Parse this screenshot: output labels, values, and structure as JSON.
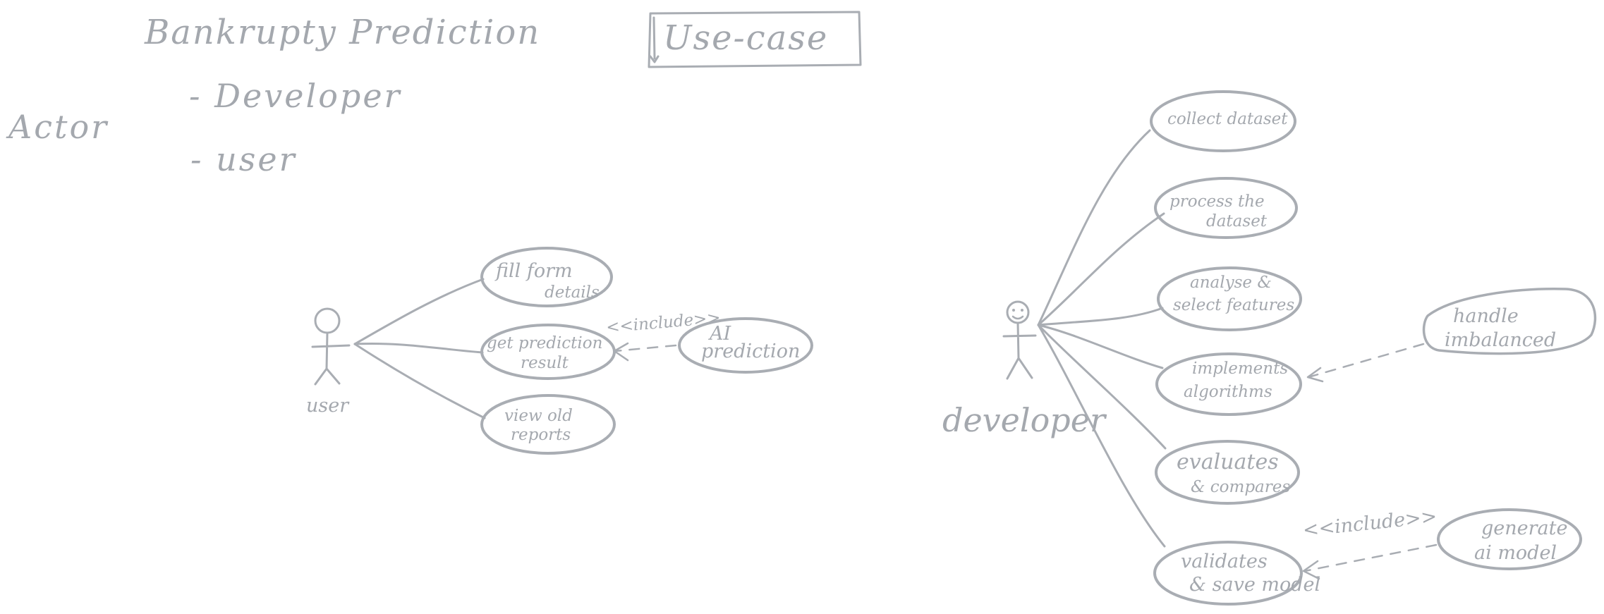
{
  "header": {
    "title": "Bankrupty Prediction",
    "diagram_kind": "Use-case"
  },
  "actors_list": {
    "label": "Actor",
    "items": [
      "- Developer",
      "- user"
    ]
  },
  "user_section": {
    "actor": "user",
    "use_cases": [
      {
        "line1": "fill form",
        "line2": "details"
      },
      {
        "line1": "get prediction",
        "line2": "result"
      },
      {
        "line1": "view old",
        "line2": "reports"
      }
    ],
    "include_label": "<<include>>",
    "included": {
      "line1": "AI",
      "line2": "prediction"
    }
  },
  "developer_section": {
    "actor": "developer",
    "use_cases": [
      {
        "line1": "collect dataset",
        "line2": ""
      },
      {
        "line1": "process the",
        "line2": "dataset"
      },
      {
        "line1": "analyse &",
        "line2": "select features"
      },
      {
        "line1": "implements",
        "line2": "algorithms"
      },
      {
        "line1": "evaluates",
        "line2": "& compares"
      },
      {
        "line1": "validates",
        "line2": "& save model"
      }
    ],
    "note": {
      "line1": "handle",
      "line2": "imbalanced"
    },
    "include_label": "<<include>>",
    "included": {
      "line1": "generate",
      "line2": "ai model"
    }
  },
  "colors": {
    "ink": "#a9adb3",
    "text": "#a4a8ae",
    "background": "#ffffff"
  }
}
